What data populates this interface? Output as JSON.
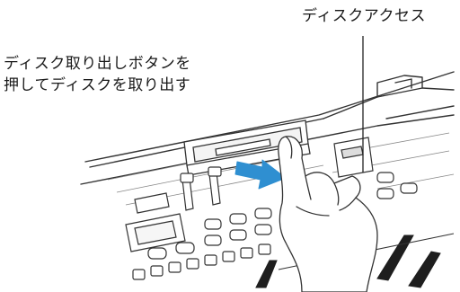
{
  "callouts": {
    "disk_access": "ディスクアクセス",
    "eject_line1": "ディスク取り出しボタンを",
    "eject_line2": "押してディスクを取り出す"
  },
  "colors": {
    "arrow": "#2f8fd1",
    "line_art": "#333333",
    "background": "#ffffff"
  },
  "icons": {
    "arrow": "eject-direction-arrow-icon",
    "hand": "pressing-hand-icon"
  }
}
